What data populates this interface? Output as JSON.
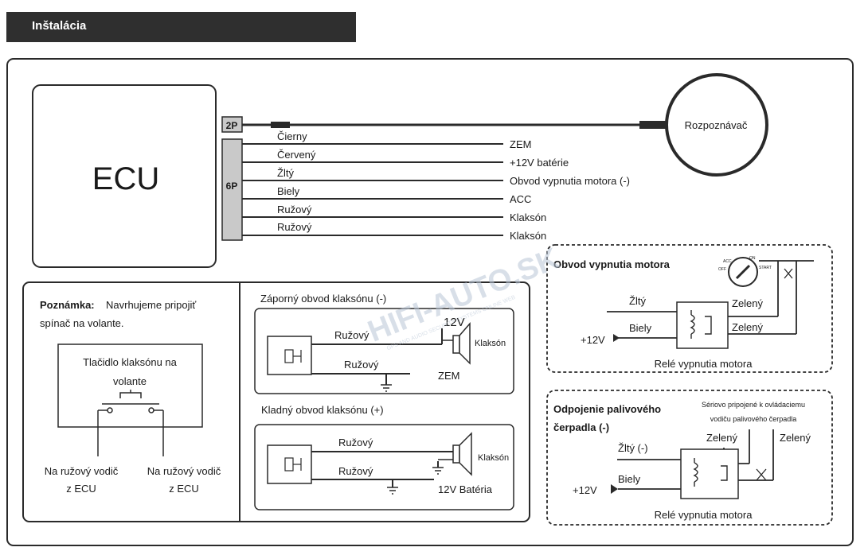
{
  "header": {
    "title": "Inštalácia"
  },
  "main": {
    "ecu_label": "ECU",
    "connector_2p": "2P",
    "connector_6p": "6P",
    "recognizer_label": "Rozpoznávač",
    "wires": [
      {
        "color": "Čierny",
        "destination": ""
      },
      {
        "color": "Červený",
        "destination": "ZEM"
      },
      {
        "color": "Žltý",
        "destination": "+12V batérie"
      },
      {
        "color": "Biely",
        "destination": "Obvod vypnutia motora (-)"
      },
      {
        "color": "Ružový",
        "destination": "ACC"
      },
      {
        "color": "Ružový",
        "destination": "Klaksón"
      },
      {
        "color": "",
        "destination": "Klaksón"
      }
    ]
  },
  "note": {
    "bold": "Poznámka:",
    "text_line1": "Navrhujeme pripojiť",
    "text_line2": "spínač na volante.",
    "button_line1": "Tlačidlo klaksónu na",
    "button_line2": "volante",
    "left_line1": "Na ružový vodič",
    "left_line2": "z ECU",
    "right_line1": "Na ružový vodič",
    "right_line2": "z ECU"
  },
  "negative_horn": {
    "title": "Záporný obvod klaksónu (-)",
    "wire1": "Ružový",
    "wire2": "Ružový",
    "voltage": "12V",
    "horn": "Klaksón",
    "ground": "ZEM"
  },
  "positive_horn": {
    "title": "Kladný obvod klaksónu (+)",
    "wire1": "Ružový",
    "wire2": "Ružový",
    "horn": "Klaksón",
    "battery": "12V Batéria"
  },
  "engine_cutoff": {
    "title": "Obvod vypnutia motora",
    "yellow": "Žltý",
    "white": "Biely",
    "plus12": "+12V",
    "green1": "Zelený",
    "green2": "Zelený",
    "relay": "Relé vypnutia motora",
    "ignition_acc": "ACC",
    "ignition_on": "ON",
    "ignition_off": "OFF",
    "ignition_start": "START"
  },
  "fuel_pump": {
    "title_line1": "Odpojenie palivového",
    "title_line2": "čerpadla (-)",
    "series_line1": "Sériovo pripojené k ovládaciemu",
    "series_line2": "vodiču palivového čerpadla",
    "green1": "Zelený",
    "green2": "Zelený",
    "yellow": "Žltý (-)",
    "white": "Biely",
    "plus12": "+12V",
    "relay": "Relé vypnutia motora"
  },
  "watermark": {
    "brand": "HIFI-AUTO.SK",
    "tagline": "GPS AND AUDIO SECURITY SYSTEMS ONLINE WEB"
  },
  "colors": {
    "header_bg": "#2f2f2f",
    "line": "#2a2a2a",
    "watermark": "#b9c6d6"
  }
}
